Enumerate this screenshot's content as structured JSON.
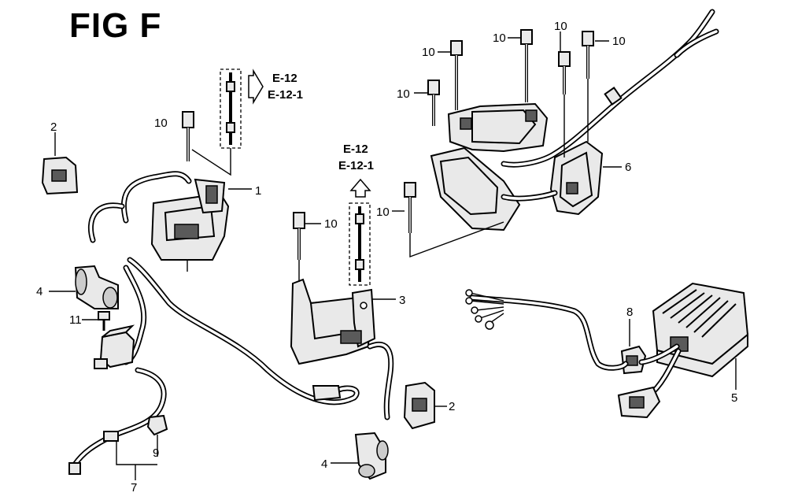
{
  "figure": {
    "title": "FIG F"
  },
  "references": [
    {
      "line1": "E-12",
      "line2": "E-12-1"
    },
    {
      "line1": "E-12",
      "line2": "E-12-1"
    }
  ],
  "callouts": {
    "c1": "1",
    "c2a": "2",
    "c2b": "2",
    "c3": "3",
    "c4a": "4",
    "c4b": "4",
    "c5": "5",
    "c6": "6",
    "c7": "7",
    "c8": "8",
    "c9": "9",
    "c10a": "10",
    "c10b": "10",
    "c10c": "10",
    "c10d": "10",
    "c10e": "10",
    "c10f": "10",
    "c10g": "10",
    "c10h": "10",
    "c11": "11"
  }
}
